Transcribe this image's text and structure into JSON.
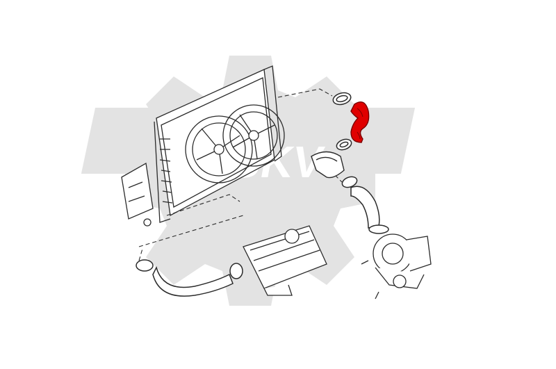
{
  "watermark": {
    "text": "SKV",
    "color": "#e3e3e3"
  },
  "colors": {
    "highlight": "#e00000",
    "line": "#2a2a2a",
    "background": "#ffffff"
  },
  "parts": [
    {
      "name": "radiator-fan-assembly",
      "icon": "radiator-icon",
      "highlighted": false
    },
    {
      "name": "intercooler-bracket",
      "icon": "bracket-icon",
      "highlighted": false
    },
    {
      "name": "highlighted-intercooler-hose",
      "icon": "hose-icon",
      "highlighted": true
    },
    {
      "name": "upper-hose-clamp",
      "icon": "clamp-icon",
      "highlighted": false
    },
    {
      "name": "lower-hose-clamp",
      "icon": "clamp-icon",
      "highlighted": false
    },
    {
      "name": "intake-pipe",
      "icon": "pipe-icon",
      "highlighted": false
    },
    {
      "name": "intercooler-hose-curved",
      "icon": "hose-icon",
      "highlighted": false
    },
    {
      "name": "turbocharger",
      "icon": "turbo-icon",
      "highlighted": false
    },
    {
      "name": "lower-intercooler-hose",
      "icon": "hose-icon",
      "highlighted": false
    },
    {
      "name": "intake-manifold",
      "icon": "manifold-icon",
      "highlighted": false
    }
  ]
}
